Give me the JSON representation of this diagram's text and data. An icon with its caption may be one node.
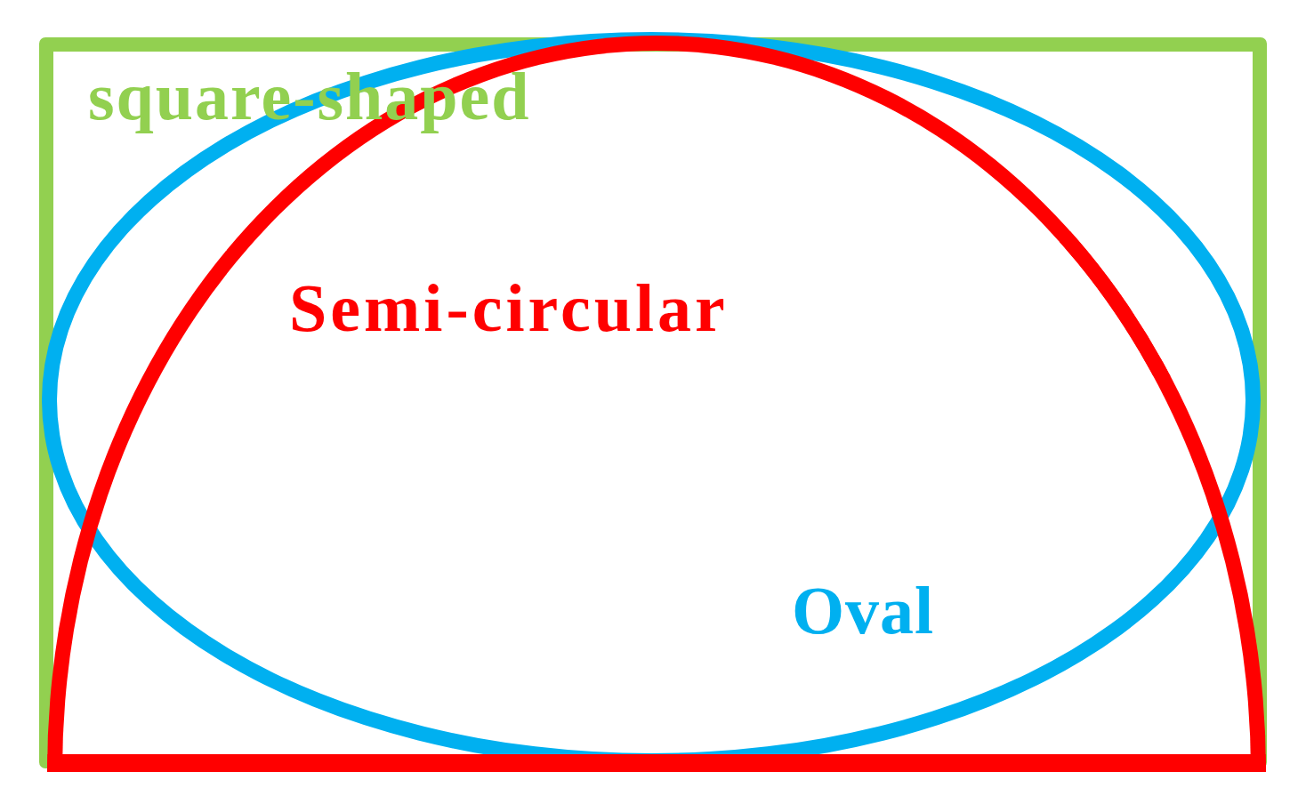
{
  "diagram": {
    "nodes": [
      {
        "text": [
          "square-shaped"
        ]
      },
      {
        "text": [
          "Semi-circular"
        ]
      },
      {
        "text": [
          "Oval"
        ]
      }
    ]
  }
}
